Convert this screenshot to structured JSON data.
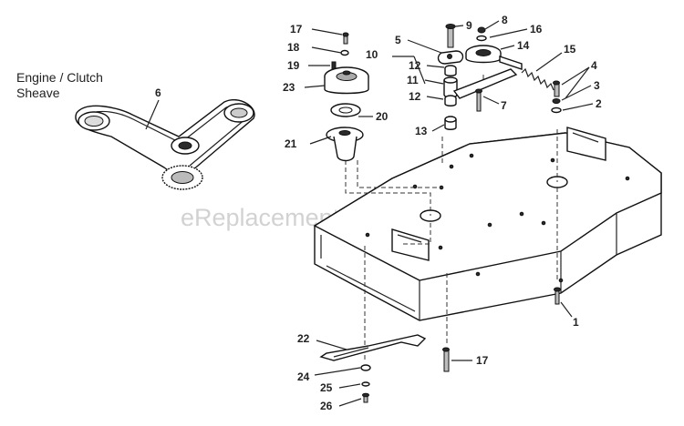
{
  "diagram": {
    "group_title_line1": "Engine / Clutch",
    "group_title_line2": "Sheave",
    "watermark": "eReplacementParts.com",
    "callouts": {
      "c1": "1",
      "c2": "2",
      "c3": "3",
      "c4": "4",
      "c5": "5",
      "c6": "6",
      "c7": "7",
      "c8": "8",
      "c9": "9",
      "c10": "10",
      "c11": "11",
      "c12a": "12",
      "c12b": "12",
      "c13": "13",
      "c14": "14",
      "c15": "15",
      "c16": "16",
      "c17a": "17",
      "c17b": "17",
      "c18": "18",
      "c19": "19",
      "c20": "20",
      "c21": "21",
      "c22": "22",
      "c23": "23",
      "c24": "24",
      "c25": "25",
      "c26": "26"
    }
  }
}
